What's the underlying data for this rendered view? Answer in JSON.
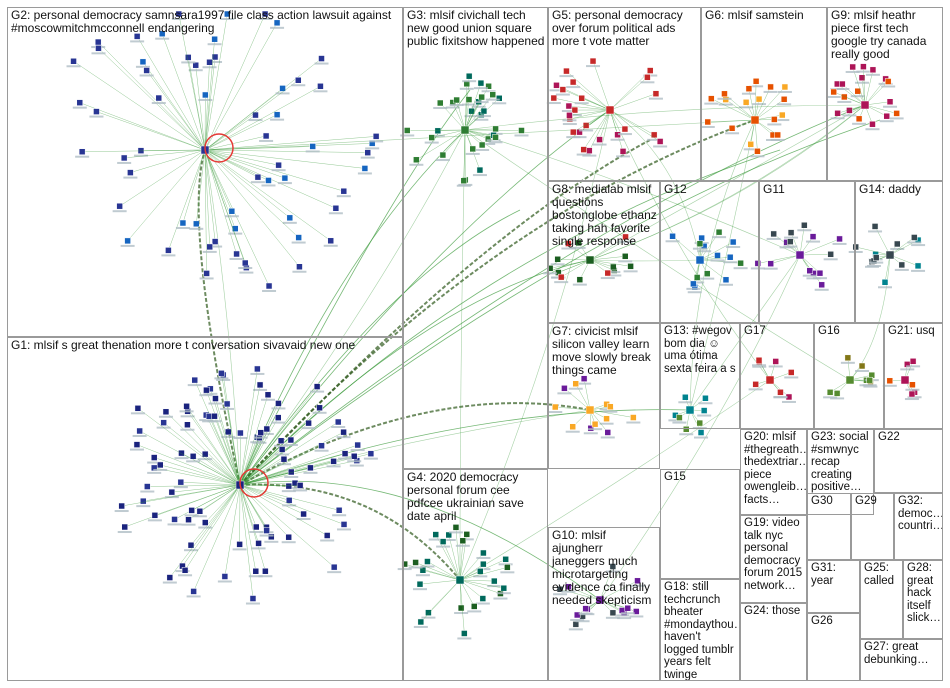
{
  "groups": [
    {
      "id": "G2",
      "label": "G2: personal democracy samnsara1997 file class action lawsuit against #moscowmitchmcconnell endangering"
    },
    {
      "id": "G3",
      "label": "G3: mlsif civichall tech new good union square public fixitshow happened"
    },
    {
      "id": "G5",
      "label": "G5: personal democracy over forum political ads more t vote matter"
    },
    {
      "id": "G6",
      "label": "G6: mlsif samstein"
    },
    {
      "id": "G9",
      "label": "G9: mlsif heathr piece first tech google try canada really good"
    },
    {
      "id": "G8",
      "label": "G8: medialab mlsif questions bostonglobe ethanz taking hah favorite single response"
    },
    {
      "id": "G12",
      "label": "G12"
    },
    {
      "id": "G11",
      "label": "G11"
    },
    {
      "id": "G14",
      "label": "G14: daddy"
    },
    {
      "id": "G1",
      "label": "G1: mlsif s great thenation more t conversation sivavaid new one"
    },
    {
      "id": "G13",
      "label": "G13: #wegov bom dia ☺ uma ótima sexta feira a s"
    },
    {
      "id": "G17",
      "label": "G17"
    },
    {
      "id": "G16",
      "label": "G16"
    },
    {
      "id": "G21",
      "label": "G21: usq"
    },
    {
      "id": "G7",
      "label": "G7: civicist mlsif silicon valley learn move slowly break things came"
    },
    {
      "id": "G20",
      "label": "G20: mlsif #thegreath… thedextriar… piece owengleib… facts…"
    },
    {
      "id": "G23",
      "label": "G23: social #smwnyc recap creating positive…"
    },
    {
      "id": "G22",
      "label": "G22"
    },
    {
      "id": "G4",
      "label": "G4: 2020 democracy personal forum cee pdfcee ukrainian save date april"
    },
    {
      "id": "G15",
      "label": "G15"
    },
    {
      "id": "G30",
      "label": "G30"
    },
    {
      "id": "G29",
      "label": "G29"
    },
    {
      "id": "G32",
      "label": "G32: democ… countri…"
    },
    {
      "id": "G19",
      "label": "G19: video talk nyc personal democracy forum 2015 network…"
    },
    {
      "id": "G10",
      "label": "G10: mlsif ajungherr janeggers much microtargeting evidence ca finally needed skepticism"
    },
    {
      "id": "G25",
      "label": "G25: called"
    },
    {
      "id": "G28",
      "label": "G28: great hack itself slick…"
    },
    {
      "id": "G31",
      "label": "G31: year"
    },
    {
      "id": "G18",
      "label": "G18: still techcrunch bheater #mondaythou… haven't logged tumblr years felt twinge"
    },
    {
      "id": "G24",
      "label": "G24: those"
    },
    {
      "id": "G26",
      "label": "G26"
    },
    {
      "id": "G27",
      "label": "G27: great debunking…"
    }
  ],
  "colors": {
    "border": "#9a9a9a",
    "edge": "#3a9a3a",
    "edge_dark": "#2f5a1c",
    "hub_ring": "#e53935",
    "node_palette": [
      "#1a237e",
      "#283593",
      "#1565c0",
      "#2e7d32",
      "#00695c",
      "#1b5e20",
      "#c62828",
      "#ad1457",
      "#e65100",
      "#f9a825",
      "#6a1b9a",
      "#37474f",
      "#00838f",
      "#558b2f",
      "#827717",
      "#4e342e"
    ]
  }
}
